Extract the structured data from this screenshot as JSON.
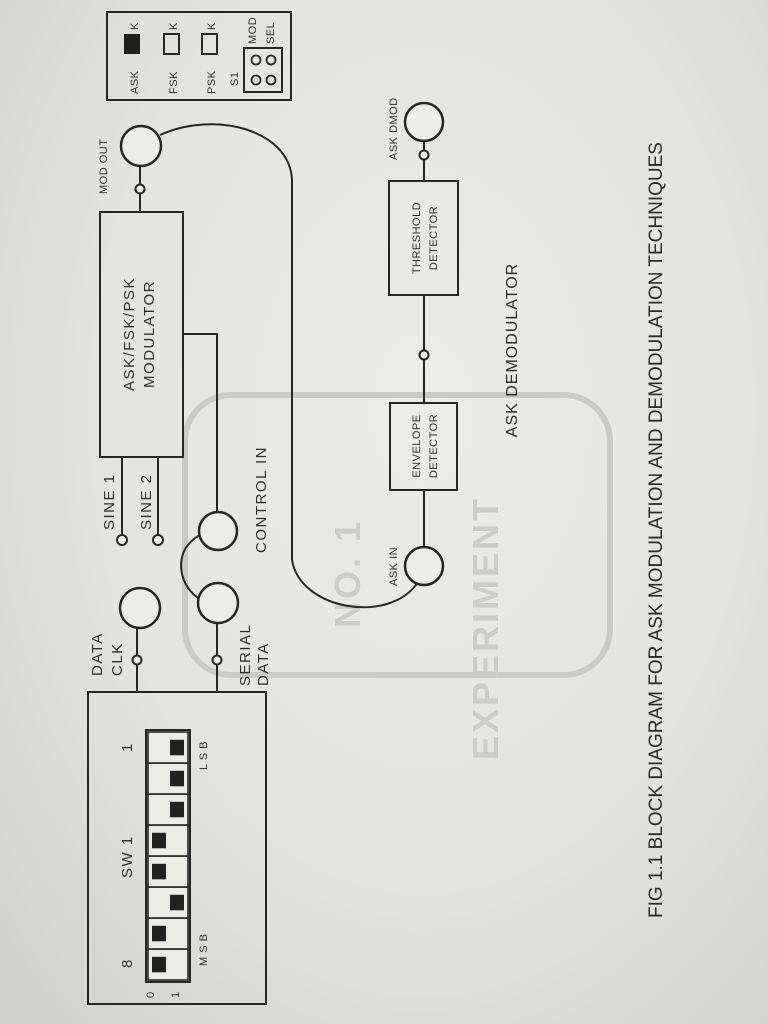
{
  "switch_bank": {
    "title": "SW 1",
    "num_high": "8",
    "num_low": "1",
    "msb": "M S B",
    "lsb": "L S B",
    "zero": "0",
    "one": "1",
    "positions": [
      0,
      0,
      1,
      0,
      0,
      1,
      1,
      1
    ]
  },
  "sockets": {
    "data_clk_1": "DATA",
    "data_clk_2": "CLK",
    "serial_data_1": "SERIAL",
    "serial_data_2": "DATA",
    "sine1": "SINE 1",
    "sine2": "SINE 2",
    "control_in": "CONTROL IN",
    "mod_out": "MOD OUT",
    "ask_in": "ASK IN",
    "ask_dmod": "ASK DMOD"
  },
  "blocks": {
    "modulator_line1": "ASK/FSK/PSK",
    "modulator_line2": "MODULATOR",
    "envelope_line1": "ENVELOPE",
    "envelope_line2": "DETECTOR",
    "threshold_line1": "THRESHOLD",
    "threshold_line2": "DETECTOR"
  },
  "mode_panel": {
    "ask": "ASK",
    "fsk": "FSK",
    "psk": "PSK",
    "k": "K",
    "s1": "S1",
    "mod": "MOD",
    "sel": "SEL"
  },
  "watermark": {
    "line1": "EXPERIMENT",
    "line2": "NO. 1"
  },
  "labels": {
    "ask_demodulator": "ASK DEMODULATOR",
    "figure_caption": "FIG 1.1 BLOCK DIAGRAM FOR ASK MODULATION AND DEMODULATION TECHNIQUES"
  }
}
